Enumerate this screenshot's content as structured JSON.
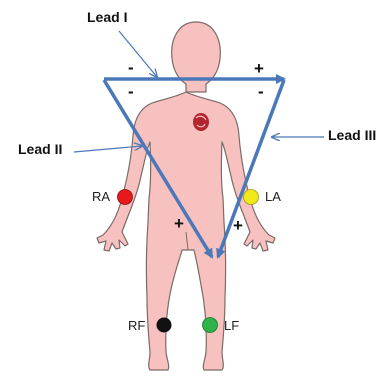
{
  "leads": {
    "lead1": "Lead I",
    "lead2": "Lead II",
    "lead3": "Lead III"
  },
  "electrodes": {
    "ra": "RA",
    "la": "LA",
    "rf": "RF",
    "lf": "LF"
  },
  "signs": {
    "lead1_neg": "-",
    "lead1_pos": "+",
    "lead2_neg": "-",
    "lead2_pos": "+",
    "lead3_neg": "-",
    "lead3_pos": "+"
  },
  "colors": {
    "body_fill": "#f7c1bf",
    "body_outline": "#7a6a68",
    "vector": "#4a78b8",
    "ra": "#e8191e",
    "la": "#f2e91c",
    "rf": "#111111",
    "lf": "#2eb24a",
    "heart": "#b3262e"
  }
}
